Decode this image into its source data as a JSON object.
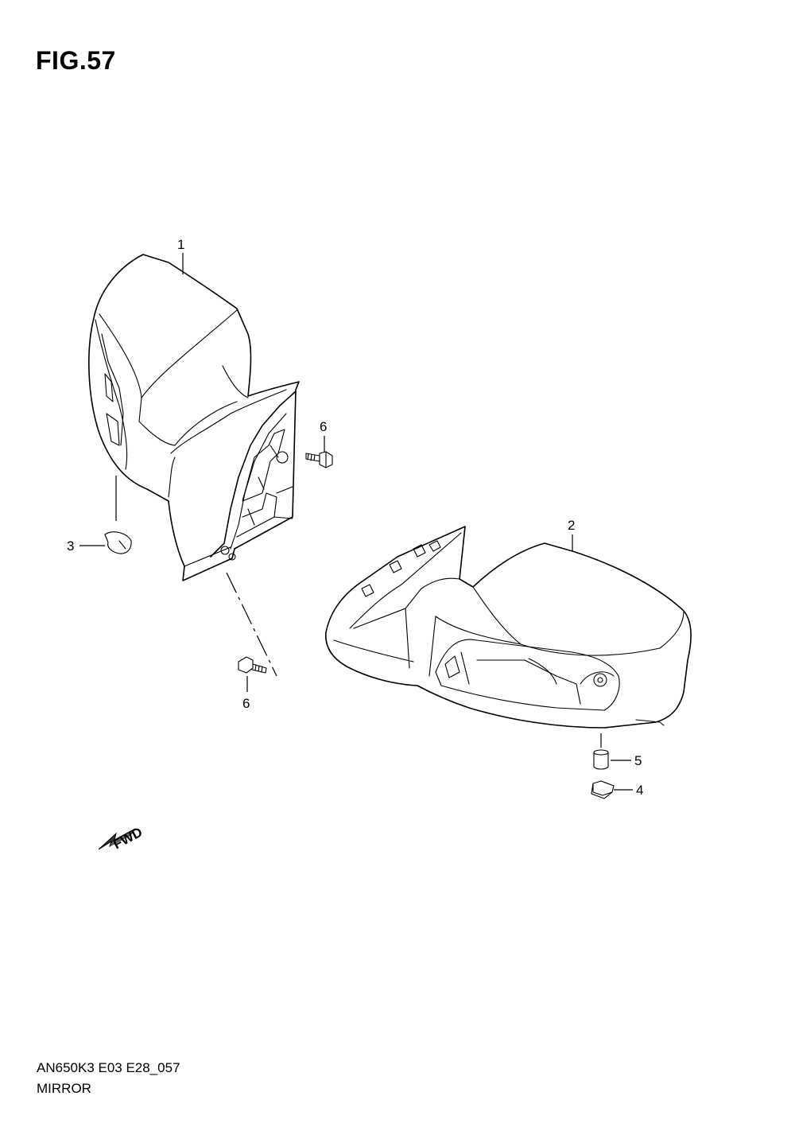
{
  "figure_title": "FIG.57",
  "drawing_code": "AN650K3 E03 E28_057",
  "caption": "MIRROR",
  "fwd_label": "FWD",
  "callouts": {
    "part1": "1",
    "part2": "2",
    "part3": "3",
    "part4": "4",
    "part5": "5",
    "part6_upper": "6",
    "part6_lower": "6"
  }
}
